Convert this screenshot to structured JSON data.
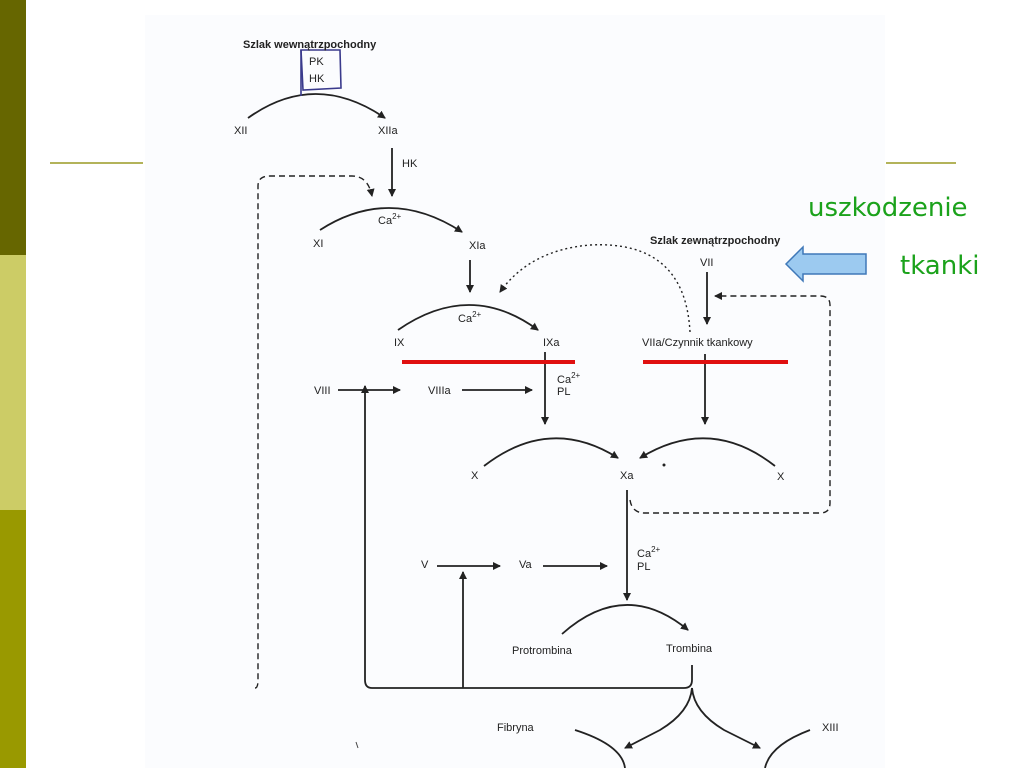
{
  "slide": {
    "annotation_line1": "uszkodzenie",
    "annotation_line2": "tkanki",
    "annotation_color": "#1ba21b",
    "block_color": "#e01010",
    "arrow_fill": "#9ccaf0",
    "arrow_stroke": "#3f78b8"
  },
  "diagram": {
    "intrinsic_title": "Szlak wewnątrzpochodny",
    "extrinsic_title": "Szlak zewnątrzpochodny",
    "pk": "PK",
    "hk_box": "HK",
    "hk": "HK",
    "xii": "XII",
    "xiia": "XIIa",
    "xi": "XI",
    "xia": "XIa",
    "ca": "Ca",
    "charge": "2+",
    "ix": "IX",
    "ixa": "IXa",
    "vii": "VII",
    "viia_tf": "VIIa/Czynnik tkankowy",
    "viii": "VIII",
    "viiia": "VIIIa",
    "pl": "PL",
    "x_left": "X",
    "xa": "Xa",
    "x_right": "X",
    "v": "V",
    "va": "Va",
    "protrombina": "Protrombina",
    "trombina": "Trombina",
    "fibryna": "Fibryna",
    "xiii": "XIII"
  }
}
